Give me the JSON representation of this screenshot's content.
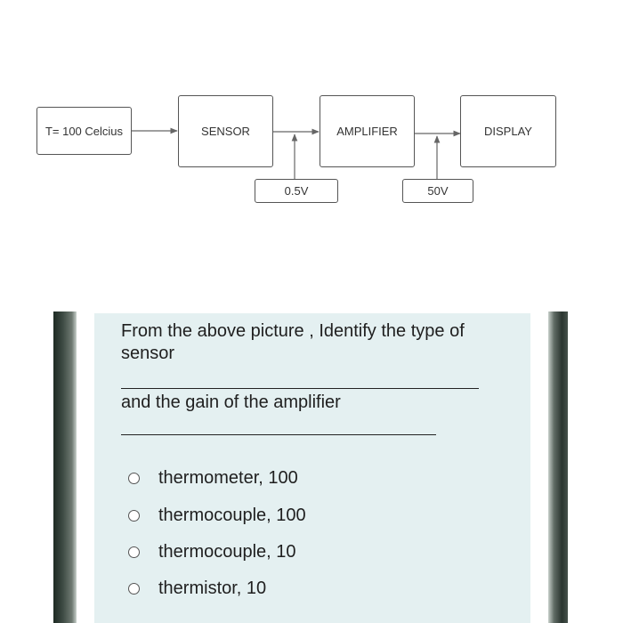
{
  "diagram": {
    "nodes": {
      "input": "T= 100 Celcius",
      "sensor": "SENSOR",
      "amplifier": "AMPLIFIER",
      "display": "DISPLAY"
    },
    "probes": {
      "sensor_output": "0.5V",
      "amplifier_output": "50V"
    }
  },
  "question": {
    "line_1": "From the above picture , Identify the type of sensor",
    "line_2": "and the gain of the amplifier",
    "options": [
      "thermometer, 100",
      "thermocouple, 100",
      "thermocouple, 10",
      "thermistor, 10"
    ]
  }
}
